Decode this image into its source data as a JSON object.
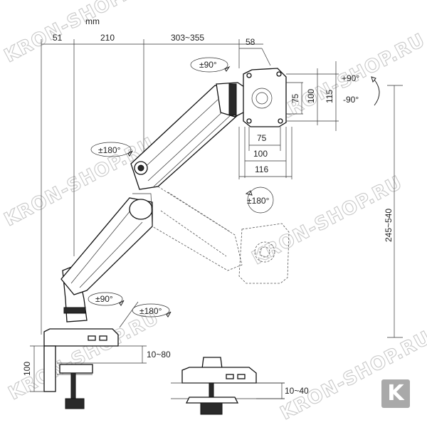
{
  "unit_label": "mm",
  "top_dims": [
    "51",
    "210",
    "303~355",
    "58"
  ],
  "plate": {
    "vertical": [
      "75",
      "100",
      "115"
    ],
    "horizontal": [
      "75",
      "100",
      "116"
    ]
  },
  "rotations": {
    "plate_top": "±90°",
    "tilt_up": "+90°",
    "tilt_down": "-90°",
    "elbow": "±180°",
    "plate_rotate": "±180°",
    "base_swivel": "±90°",
    "base_rotate": "±180°"
  },
  "height_range": "245~540",
  "clamp_dims": {
    "clamp_height": "100",
    "clamp_desk": "10~80",
    "grommet_desk": "10~40"
  },
  "watermark": "KRON-SHOP.RU",
  "brand_letter": "K"
}
